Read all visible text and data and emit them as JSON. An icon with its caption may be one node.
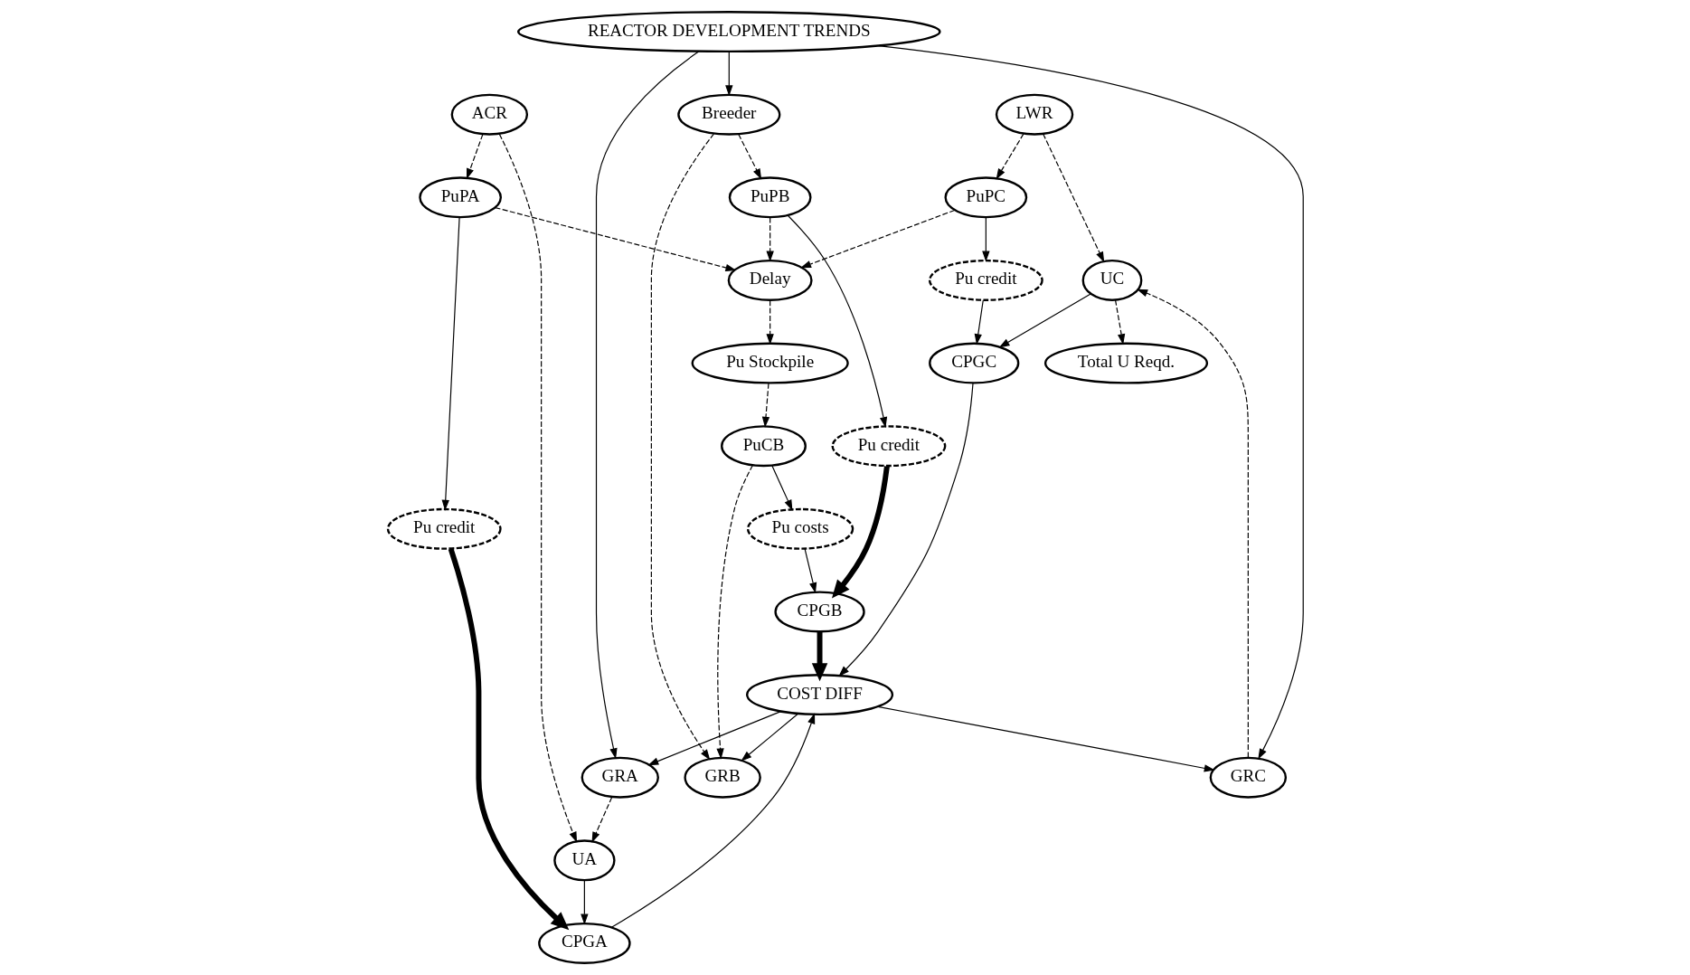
{
  "diagram": {
    "nodes": [
      {
        "text": [
          "Total U Reqd."
        ]
      },
      {
        "text": [
          "REACTOR DEVELOPMENT TRENDS"
        ]
      },
      {
        "text": [
          "Pu Stockpile"
        ]
      },
      {
        "text": [
          "Delay"
        ]
      },
      {
        "text": [
          "PuPC"
        ]
      },
      {
        "text": [
          "PuPA"
        ]
      },
      {
        "text": [
          "UC"
        ]
      },
      {
        "text": [
          "UA"
        ]
      },
      {
        "text": [
          "Pu credit"
        ]
      },
      {
        "text": [
          "Pu credit"
        ]
      },
      {
        "text": [
          "PuPB"
        ]
      },
      {
        "text": [
          "Pu credit"
        ]
      },
      {
        "text": [
          "LWR"
        ]
      },
      {
        "text": [
          "ACR"
        ]
      },
      {
        "text": [
          "Breeder"
        ]
      },
      {
        "text": [
          "GRC"
        ]
      },
      {
        "text": [
          "GRA"
        ]
      },
      {
        "text": [
          "GRB"
        ]
      },
      {
        "text": [
          "PuCB"
        ]
      },
      {
        "text": [
          "CPGC"
        ]
      },
      {
        "text": [
          "CPGA"
        ]
      },
      {
        "text": [
          "CPGB"
        ]
      },
      {
        "text": [
          "Pu costs"
        ]
      },
      {
        "text": [
          "COST DIFF"
        ]
      }
    ],
    "edges": [
      {
        "from": 1,
        "to": 15,
        "arrow": "to"
      },
      {
        "from": 1,
        "to": 16,
        "arrow": "to"
      },
      {
        "from": 1,
        "to": 14,
        "arrow": "to"
      },
      {
        "from": 6,
        "to": 0,
        "arrow": "to",
        "style": "dashed"
      },
      {
        "from": 12,
        "to": 6,
        "arrow": "to",
        "style": "dashed"
      },
      {
        "from": 13,
        "to": 7,
        "arrow": "to",
        "style": "dashed"
      },
      {
        "from": 15,
        "to": 6,
        "arrow": "to",
        "style": "dashed"
      },
      {
        "from": 16,
        "to": 7,
        "arrow": "to",
        "style": "dashed"
      },
      {
        "from": 12,
        "to": 4,
        "arrow": "to",
        "style": "dashed"
      },
      {
        "from": 13,
        "to": 5,
        "arrow": "to",
        "style": "dashed"
      },
      {
        "from": 14,
        "to": 10,
        "arrow": "to",
        "style": "dashed"
      },
      {
        "from": 14,
        "to": 17,
        "arrow": "to",
        "style": "dashed"
      },
      {
        "from": 4,
        "to": 3,
        "arrow": "to",
        "style": "dashed"
      },
      {
        "from": 5,
        "to": 3,
        "arrow": "to",
        "style": "dashed"
      },
      {
        "from": 10,
        "to": 3,
        "arrow": "to",
        "style": "dashed"
      },
      {
        "from": 3,
        "to": 2,
        "arrow": "to",
        "style": "dashed"
      },
      {
        "from": 2,
        "to": 18,
        "arrow": "to",
        "style": "dashed"
      },
      {
        "from": 18,
        "to": 17,
        "arrow": "to",
        "style": "dashed"
      },
      {
        "from": 18,
        "to": 22,
        "arrow": "to"
      },
      {
        "from": 22,
        "to": 21,
        "arrow": "to"
      },
      {
        "from": 4,
        "to": 8,
        "arrow": "to"
      },
      {
        "from": 5,
        "to": 9,
        "arrow": "to"
      },
      {
        "from": 10,
        "to": 11,
        "arrow": "to"
      },
      {
        "from": 8,
        "to": 19,
        "arrow": "to"
      },
      {
        "from": 9,
        "to": 20,
        "arrow": "to",
        "style": "thick"
      },
      {
        "from": 11,
        "to": 21,
        "arrow": "to",
        "style": "thick"
      },
      {
        "from": 6,
        "to": 19,
        "arrow": "to"
      },
      {
        "from": 7,
        "to": 20,
        "arrow": "to"
      },
      {
        "from": 19,
        "to": 23,
        "arrow": "to"
      },
      {
        "from": 20,
        "to": 23,
        "arrow": "to"
      },
      {
        "from": 21,
        "to": 23,
        "arrow": "to",
        "style": "thick"
      },
      {
        "from": 23,
        "to": 15,
        "arrow": "to"
      },
      {
        "from": 23,
        "to": 16,
        "arrow": "to"
      },
      {
        "from": 23,
        "to": 17,
        "arrow": "to"
      }
    ]
  }
}
